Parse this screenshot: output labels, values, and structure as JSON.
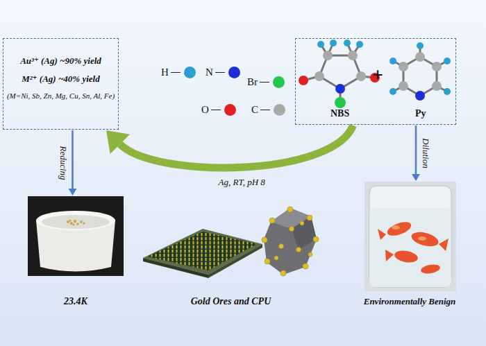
{
  "diagram": {
    "nodes": [
      {
        "text": [
          "Au³⁺ (Ag) ~90% yield",
          "M²⁺ (Ag) ~40% yield",
          "(M=Ni, Sb, Zn, Mg, Cu, Sn, Al, Fe)"
        ]
      },
      {
        "text": [
          "NBS",
          "+",
          "Py"
        ]
      },
      {
        "text": [
          "23.4K"
        ]
      },
      {
        "text": [
          "Gold Ores and CPU"
        ]
      },
      {
        "text": [
          "Environmentally Benign"
        ]
      }
    ],
    "edges": [
      {
        "from": 1,
        "to": 0,
        "arrow": "to",
        "label": "Ag, RT, pH 8"
      },
      {
        "from": 0,
        "to": 2,
        "arrow": "to",
        "label": "Reducing"
      },
      {
        "from": 1,
        "to": 4,
        "arrow": "to",
        "label": "Dilution"
      }
    ],
    "legend": [
      {
        "text": "H",
        "color": "#2a9fd0"
      },
      {
        "text": "N",
        "color": "#1c2fd6"
      },
      {
        "text": "Br",
        "color": "#22c84a"
      },
      {
        "text": "O",
        "color": "#e02020"
      },
      {
        "text": "C",
        "color": "#a9a9a9"
      }
    ]
  }
}
